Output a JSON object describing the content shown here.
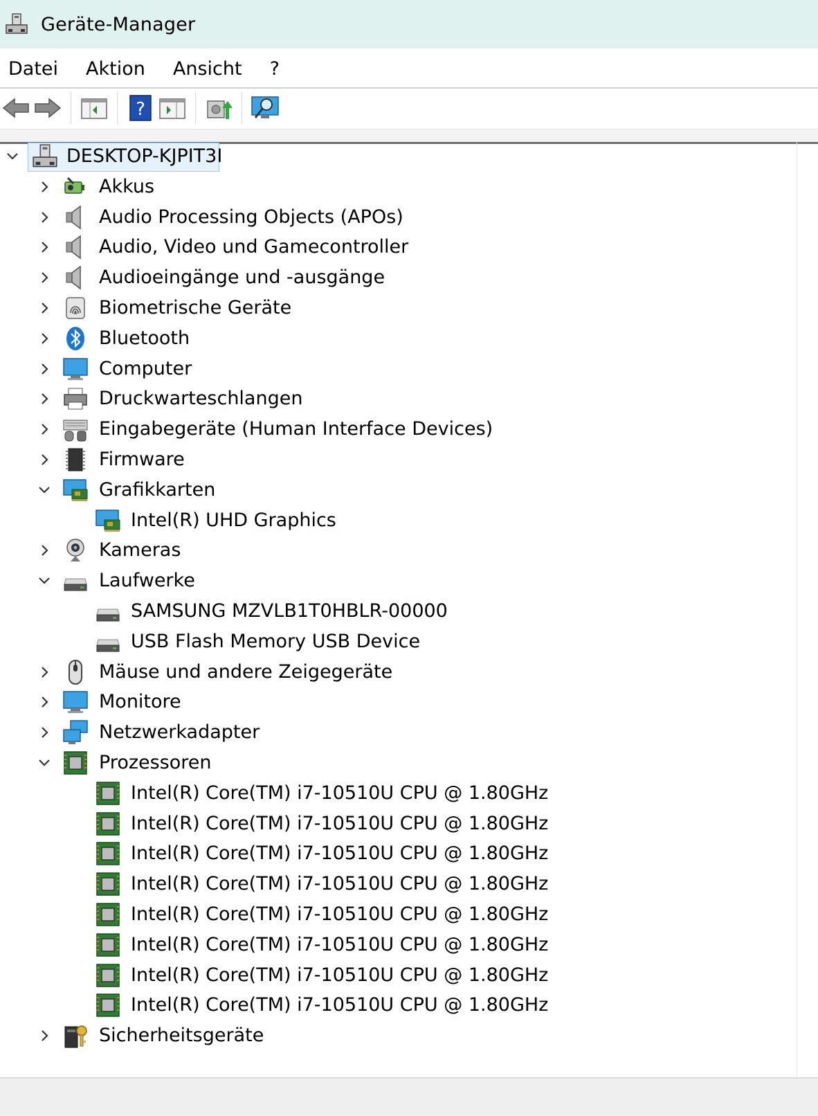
{
  "window": {
    "title": "Geräte-Manager"
  },
  "menu": [
    "Datei",
    "Aktion",
    "Ansicht",
    "?"
  ],
  "toolbar": [
    "back-icon",
    "forward-icon",
    "properties-icon",
    "help-icon",
    "show-hide-icon",
    "update-driver-icon",
    "scan-hardware-icon"
  ],
  "tree": {
    "root": "DESKTOP-KJPIT3I",
    "categories": [
      {
        "label": "Akkus",
        "expanded": false,
        "icon": "battery-icon",
        "children": []
      },
      {
        "label": "Audio Processing Objects (APOs)",
        "expanded": false,
        "icon": "speaker-icon",
        "children": []
      },
      {
        "label": "Audio, Video und Gamecontroller",
        "expanded": false,
        "icon": "speaker-icon",
        "children": []
      },
      {
        "label": "Audioeingänge und -ausgänge",
        "expanded": false,
        "icon": "speaker-icon",
        "children": []
      },
      {
        "label": "Biometrische Geräte",
        "expanded": false,
        "icon": "fingerprint-icon",
        "children": []
      },
      {
        "label": "Bluetooth",
        "expanded": false,
        "icon": "bluetooth-icon",
        "children": []
      },
      {
        "label": "Computer",
        "expanded": false,
        "icon": "monitor-icon",
        "children": []
      },
      {
        "label": "Druckwarteschlangen",
        "expanded": false,
        "icon": "printer-icon",
        "children": []
      },
      {
        "label": "Eingabegeräte (Human Interface Devices)",
        "expanded": false,
        "icon": "hid-icon",
        "children": []
      },
      {
        "label": "Firmware",
        "expanded": false,
        "icon": "chip-icon",
        "children": []
      },
      {
        "label": "Grafikkarten",
        "expanded": true,
        "icon": "display-adapter-icon",
        "children": [
          "Intel(R) UHD Graphics"
        ]
      },
      {
        "label": "Kameras",
        "expanded": false,
        "icon": "webcam-icon",
        "children": []
      },
      {
        "label": "Laufwerke",
        "expanded": true,
        "icon": "drive-icon",
        "children": [
          "SAMSUNG MZVLB1T0HBLR-00000",
          "USB Flash Memory USB Device"
        ]
      },
      {
        "label": "Mäuse und andere Zeigegeräte",
        "expanded": false,
        "icon": "mouse-icon",
        "children": []
      },
      {
        "label": "Monitore",
        "expanded": false,
        "icon": "monitor-icon",
        "children": []
      },
      {
        "label": "Netzwerkadapter",
        "expanded": false,
        "icon": "network-icon",
        "children": []
      },
      {
        "label": "Prozessoren",
        "expanded": true,
        "icon": "processor-icon",
        "children": [
          "Intel(R) Core(TM) i7-10510U CPU @ 1.80GHz",
          "Intel(R) Core(TM) i7-10510U CPU @ 1.80GHz",
          "Intel(R) Core(TM) i7-10510U CPU @ 1.80GHz",
          "Intel(R) Core(TM) i7-10510U CPU @ 1.80GHz",
          "Intel(R) Core(TM) i7-10510U CPU @ 1.80GHz",
          "Intel(R) Core(TM) i7-10510U CPU @ 1.80GHz",
          "Intel(R) Core(TM) i7-10510U CPU @ 1.80GHz",
          "Intel(R) Core(TM) i7-10510U CPU @ 1.80GHz"
        ]
      },
      {
        "label": "Sicherheitsgeräte",
        "expanded": false,
        "icon": "security-icon",
        "children": []
      }
    ]
  },
  "colors": {
    "titlebar": "#e0f2ef",
    "selection": "#e5f1fb",
    "selection_border": "#99c9ef"
  }
}
